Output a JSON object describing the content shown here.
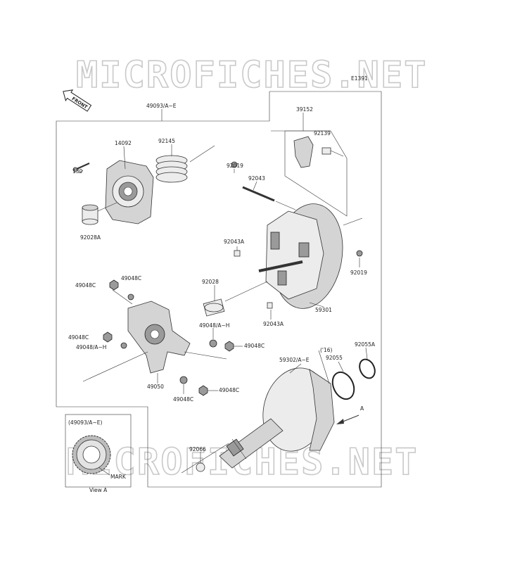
{
  "watermark": "MICROFICHES.NET",
  "diagram_code": "E1391",
  "front_label": "FRONT",
  "labels": {
    "l49093": "49093/A~E",
    "l39152": "39152",
    "l14092": "14092",
    "l92145": "92145",
    "l130": "130",
    "l92028A": "92028A",
    "l92019a": "92019",
    "l92043": "92043",
    "l92139": "92139",
    "l92043Aa": "92043A",
    "l92019b": "92019",
    "l49048Ca": "49048C",
    "l49048Cb": "49048C",
    "l92028": "92028",
    "l59301": "59301",
    "l92043Ab": "92043A",
    "l49048AHa": "49048/A~H",
    "l49048Cc": "49048C",
    "l49048Cd": "49048C",
    "l49048AHb": "49048/A~H",
    "l49050": "49050",
    "l49048Ce": "49048C",
    "l49048Cf": "49048C",
    "l59302": "59302/A~E",
    "l16": "('16)",
    "l92055": "92055",
    "l92055A": "92055A",
    "lA": "A",
    "l92066": "92066",
    "inset_part": "(49093/A~E)",
    "mark": "MARK",
    "view_a": "View A"
  }
}
